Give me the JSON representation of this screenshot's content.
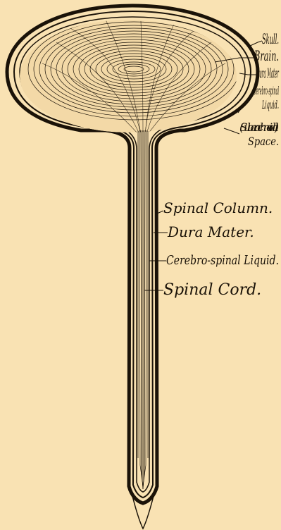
{
  "diagram": {
    "background": "#f9e2b3",
    "ink": "#1a1208",
    "labels": {
      "skull": "Skull.",
      "brain": "Brain.",
      "dura_mater_top": "Dura Mater",
      "csf_top_1": "Cerebro-spinal",
      "csf_top_2": "Liquid.",
      "subarachnoid_1": "(Subarachnoidal)",
      "subarachnoid_2": "Space.",
      "spinal_column": "Spinal Column.",
      "dura_mater_spine": "Dura Mater.",
      "csf_spine": "Cerebro-spinal Liquid.",
      "spinal_cord": "Spinal Cord."
    }
  }
}
